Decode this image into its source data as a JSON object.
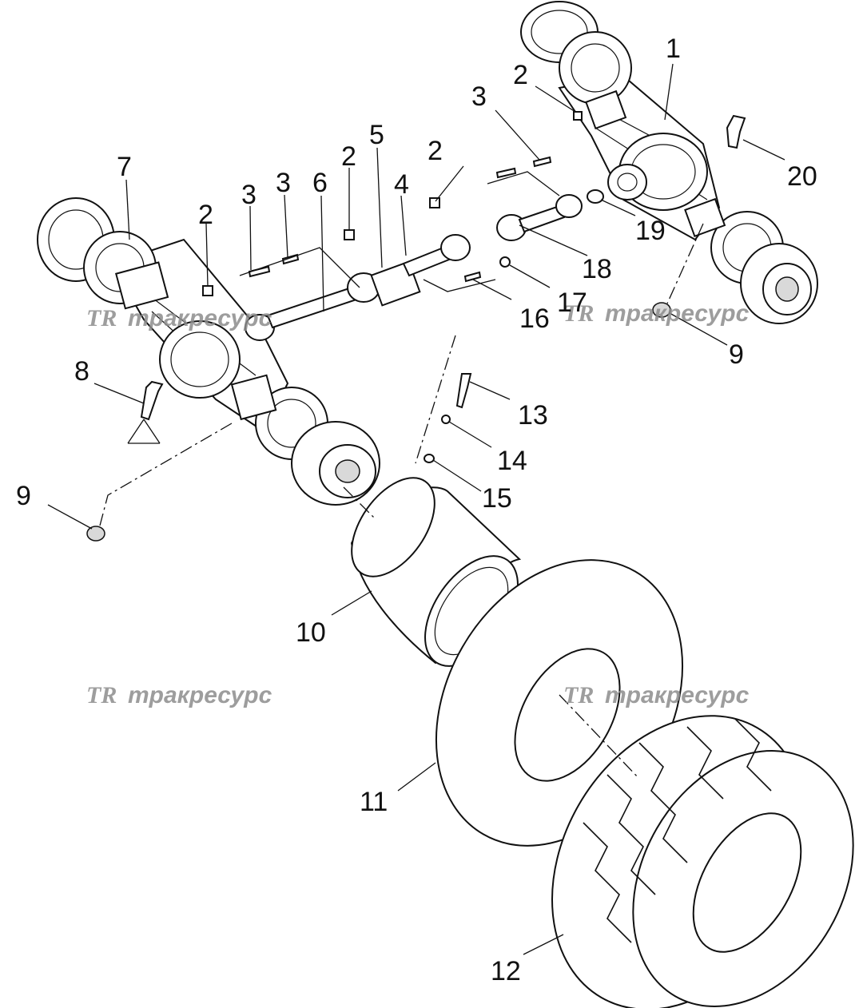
{
  "watermark": {
    "logo": "TR",
    "text": "тракресурс"
  },
  "callouts": [
    "1",
    "2",
    "3",
    "2",
    "3",
    "2",
    "3",
    "3",
    "5",
    "6",
    "2",
    "4",
    "7",
    "2",
    "8",
    "9",
    "9",
    "10",
    "11",
    "12",
    "13",
    "14",
    "15",
    "16",
    "17",
    "18",
    "19",
    "20"
  ]
}
